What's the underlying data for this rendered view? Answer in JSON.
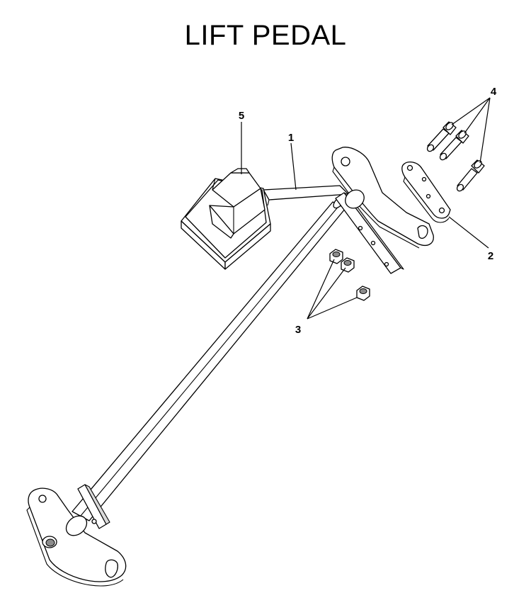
{
  "title": "LIFT PEDAL",
  "callouts": {
    "pedal_arm": "1",
    "plate": "2",
    "nuts": "3",
    "bolts": "4",
    "pedal_pad": "5"
  }
}
